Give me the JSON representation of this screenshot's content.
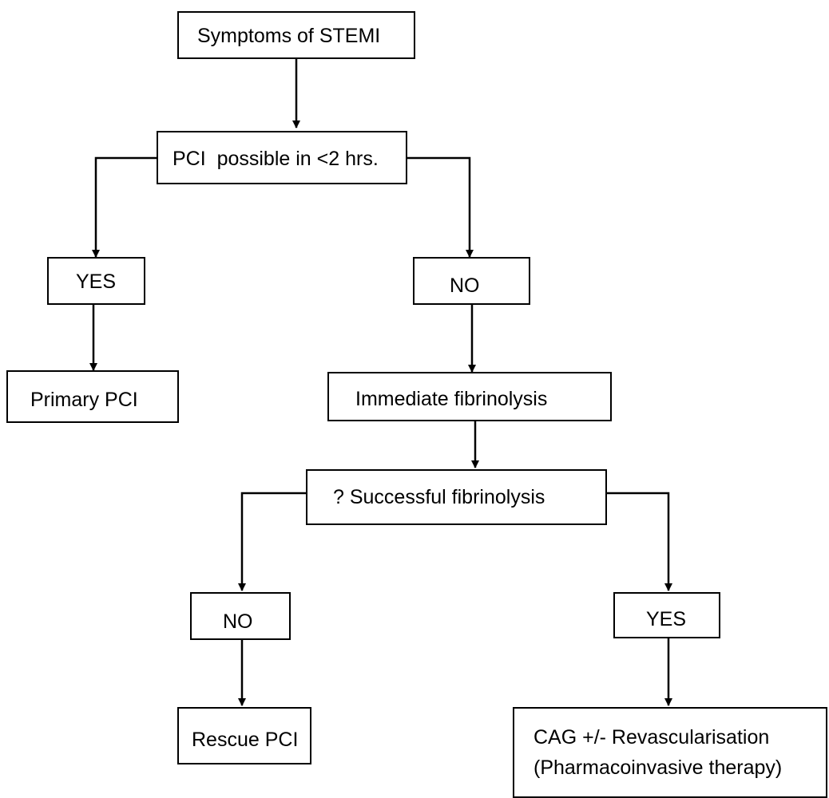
{
  "flowchart": {
    "nodes": {
      "symptoms": "Symptoms of STEMI",
      "pci_possible": "PCI  possible in <2 hrs.",
      "yes_left": "YES",
      "no_right": "NO",
      "primary_pci": "Primary PCI",
      "immediate_fibrinolysis": "Immediate fibrinolysis",
      "successful_fibrinolysis": "? Successful fibrinolysis",
      "no_bottom": "NO",
      "yes_bottom": "YES",
      "rescue_pci": "Rescue PCI",
      "cag_line1": "CAG +/- Revascularisation",
      "cag_line2": "(Pharmacoinvasive therapy)"
    },
    "colors": {
      "stroke": "#000000",
      "background": "#ffffff"
    }
  }
}
